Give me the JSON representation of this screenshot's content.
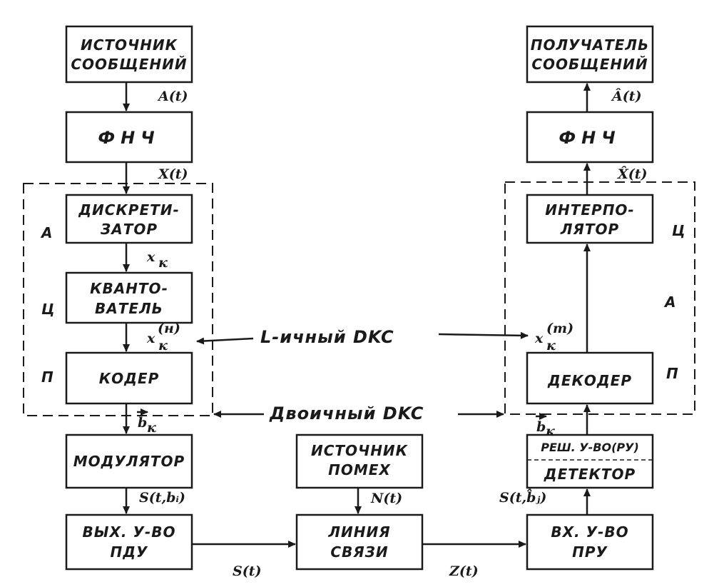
{
  "blocks": {
    "source": [
      "ИСТОЧНИК",
      "СООБЩЕНИЙ"
    ],
    "lpf_left": "ФНЧ",
    "sampler": [
      "ДИСКРЕТИ-",
      "ЗАТОР"
    ],
    "quantizer": [
      "КВАНТО-",
      "ВАТЕЛЬ"
    ],
    "coder": "КОДЕР",
    "modulator": "МОДУЛЯТОР",
    "tx_out": [
      "ВЫХ. У-ВО",
      "ПДУ"
    ],
    "noise_source": [
      "ИСТОЧНИК",
      "ПОМЕХ"
    ],
    "line": [
      "ЛИНИЯ",
      "СВЯЗИ"
    ],
    "rx_in": [
      "ВХ. У-ВО",
      "ПРУ"
    ],
    "decision": "РЕШ. У-ВО(РУ)",
    "detector": "ДЕТЕКТОР",
    "decoder": "ДЕКОДЕР",
    "interpolator": [
      "ИНТЕРПО-",
      "ЛЯТОР"
    ],
    "lpf_right": "ФНЧ",
    "receiver": [
      "ПОЛУЧАТЕЛЬ",
      "СООБЩЕНИЙ"
    ]
  },
  "signals": {
    "a_t": "A(t)",
    "x_t": "X(t)",
    "x_k": "x",
    "x_k_sub": "к",
    "x_k_n": "x",
    "x_k_n_sub": "к",
    "x_k_n_sup": "(н)",
    "b_k_left": "b",
    "b_k_left_sub": "к",
    "s_t_bi": "S(t,bᵢ)",
    "n_t": "N(t)",
    "s_t": "S(t)",
    "z_t": "Z(t)",
    "s_t_bj": "S(t,b̂ⱼ)",
    "b_k_right": "b",
    "b_k_right_sub": "к",
    "x_k_m": "x",
    "x_k_m_sub": "к",
    "x_k_m_sup": "(m)",
    "x_hat_t": "X̂(t)",
    "a_hat_t": "Â(t)"
  },
  "side_labels_left": [
    "А",
    "Ц",
    "П"
  ],
  "side_labels_right": [
    "Ц",
    "А",
    "П"
  ],
  "channels": {
    "l_ary": "L-ичный DKC",
    "binary": "Двоичный DKC"
  }
}
